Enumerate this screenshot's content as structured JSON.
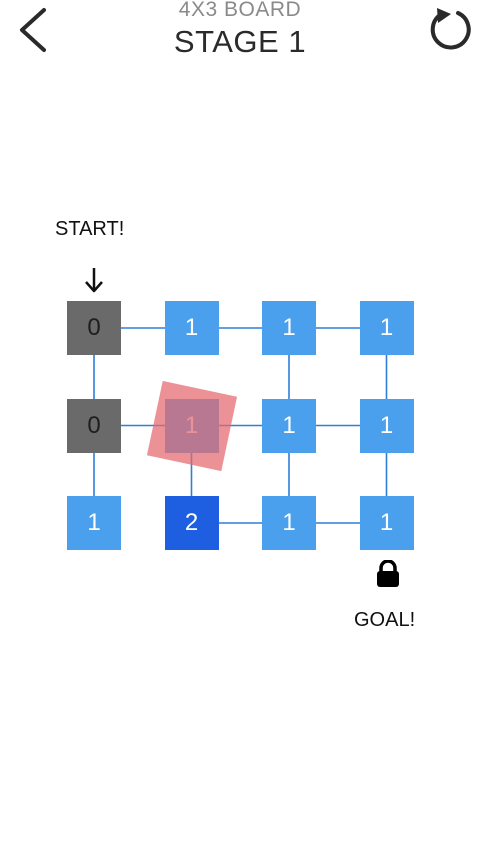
{
  "header": {
    "back_icon": "chevron-left-icon",
    "board_label": "4X3 BOARD",
    "stage_title": "STAGE 1",
    "restart_icon": "restart-icon"
  },
  "labels": {
    "start": "START!",
    "goal": "GOAL!",
    "start_arrow_icon": "arrow-down-icon",
    "goal_icon": "lock-icon"
  },
  "board": {
    "cols": 4,
    "rows": 3,
    "tiles": [
      [
        {
          "value": "0",
          "state": "used"
        },
        {
          "value": "1",
          "state": "normal"
        },
        {
          "value": "1",
          "state": "normal"
        },
        {
          "value": "1",
          "state": "normal"
        }
      ],
      [
        {
          "value": "0",
          "state": "used"
        },
        {
          "value": "1",
          "state": "normal"
        },
        {
          "value": "1",
          "state": "normal"
        },
        {
          "value": "1",
          "state": "normal"
        }
      ],
      [
        {
          "value": "1",
          "state": "normal"
        },
        {
          "value": "2",
          "state": "strong"
        },
        {
          "value": "1",
          "state": "normal"
        },
        {
          "value": "1",
          "state": "normal"
        }
      ]
    ],
    "links": [
      {
        "from": [
          0,
          0
        ],
        "to": [
          0,
          1
        ]
      },
      {
        "from": [
          0,
          1
        ],
        "to": [
          0,
          2
        ]
      },
      {
        "from": [
          0,
          2
        ],
        "to": [
          0,
          3
        ]
      },
      {
        "from": [
          1,
          0
        ],
        "to": [
          1,
          1
        ]
      },
      {
        "from": [
          1,
          1
        ],
        "to": [
          1,
          2
        ]
      },
      {
        "from": [
          1,
          2
        ],
        "to": [
          1,
          3
        ]
      },
      {
        "from": [
          2,
          1
        ],
        "to": [
          2,
          2
        ]
      },
      {
        "from": [
          2,
          2
        ],
        "to": [
          2,
          3
        ]
      },
      {
        "from": [
          0,
          0
        ],
        "to": [
          1,
          0
        ]
      },
      {
        "from": [
          1,
          0
        ],
        "to": [
          2,
          0
        ]
      },
      {
        "from": [
          0,
          2
        ],
        "to": [
          1,
          2
        ]
      },
      {
        "from": [
          1,
          2
        ],
        "to": [
          2,
          2
        ]
      },
      {
        "from": [
          0,
          3
        ],
        "to": [
          1,
          3
        ]
      },
      {
        "from": [
          1,
          3
        ],
        "to": [
          2,
          3
        ]
      },
      {
        "from": [
          1,
          1
        ],
        "to": [
          2,
          1
        ]
      }
    ],
    "player": {
      "row": 1,
      "col": 1
    },
    "start": {
      "row": 0,
      "col": 0
    },
    "goal": {
      "row": 2,
      "col": 3
    }
  },
  "colors": {
    "tile_normal": "#4aa0ec",
    "tile_strong": "#1d5fe0",
    "tile_used": "#6a6a6a",
    "link": "#2f7fd6",
    "player": "#e4686e"
  }
}
